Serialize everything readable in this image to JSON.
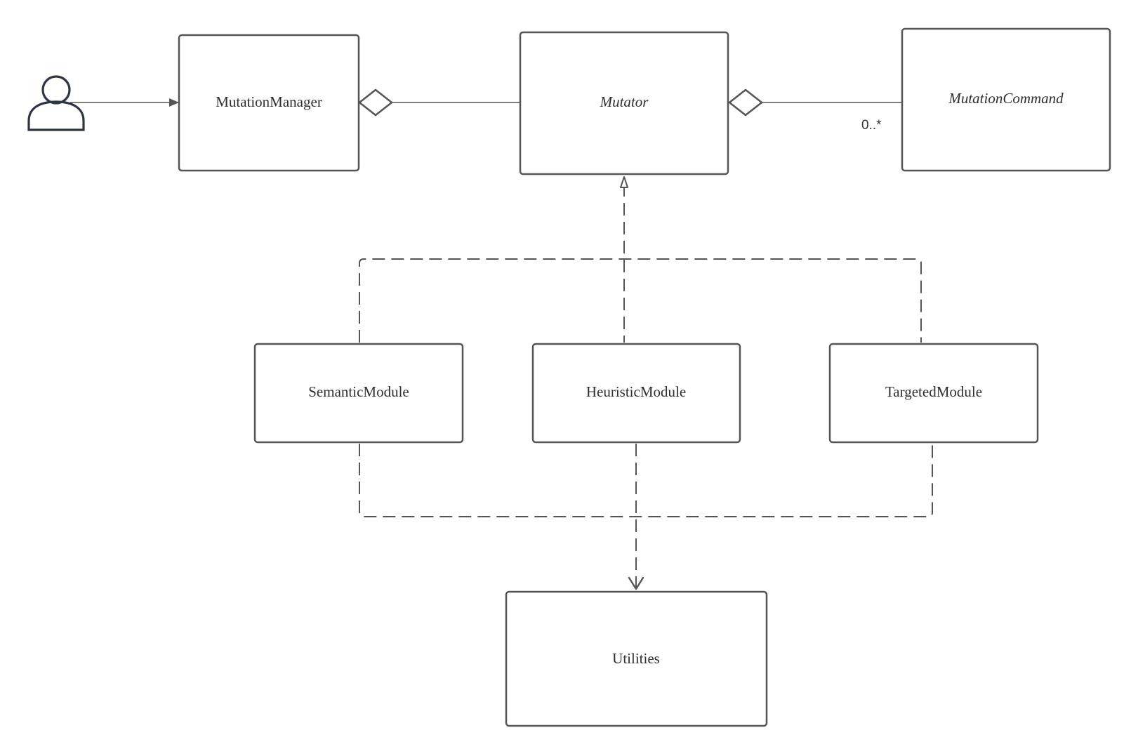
{
  "colors": {
    "stroke": "#555555",
    "actor": "#2f3540",
    "background": "#ffffff",
    "text": "#2e2e2e"
  },
  "actor": {
    "icon": "user-icon"
  },
  "boxes": {
    "mutation_manager": {
      "label": "MutationManager"
    },
    "mutator": {
      "label": "Mutator"
    },
    "mutation_command": {
      "label": "MutationCommand"
    },
    "semantic_module": {
      "label": "SemanticModule"
    },
    "heuristic_module": {
      "label": "HeuristicModule"
    },
    "targeted_module": {
      "label": "TargetedModule"
    },
    "utilities": {
      "label": "Utilities"
    }
  },
  "relations": {
    "mutator_command_multiplicity": "0..*"
  }
}
